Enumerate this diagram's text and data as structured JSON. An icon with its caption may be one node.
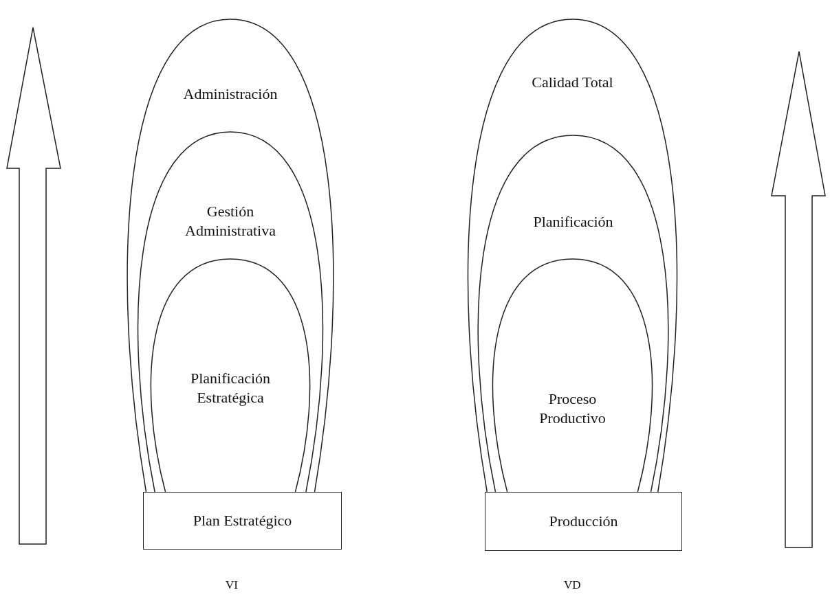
{
  "diagram": {
    "nodes": [
      {
        "text": [
          "Administración"
        ]
      },
      {
        "text": [
          "Gestión Administrativa"
        ],
        "in": 0
      },
      {
        "text": [
          "Planificación Estratégica"
        ],
        "in": 1
      },
      {
        "text": [
          "Plan Estratégico"
        ]
      },
      {
        "text": [
          "Calidad Total"
        ]
      },
      {
        "text": [
          "Planificación"
        ],
        "in": 4
      },
      {
        "text": [
          "Proceso Productivo"
        ],
        "in": 5
      },
      {
        "text": [
          "Producción"
        ]
      }
    ],
    "edges": [],
    "labels": [
      "VI",
      "VD"
    ]
  }
}
